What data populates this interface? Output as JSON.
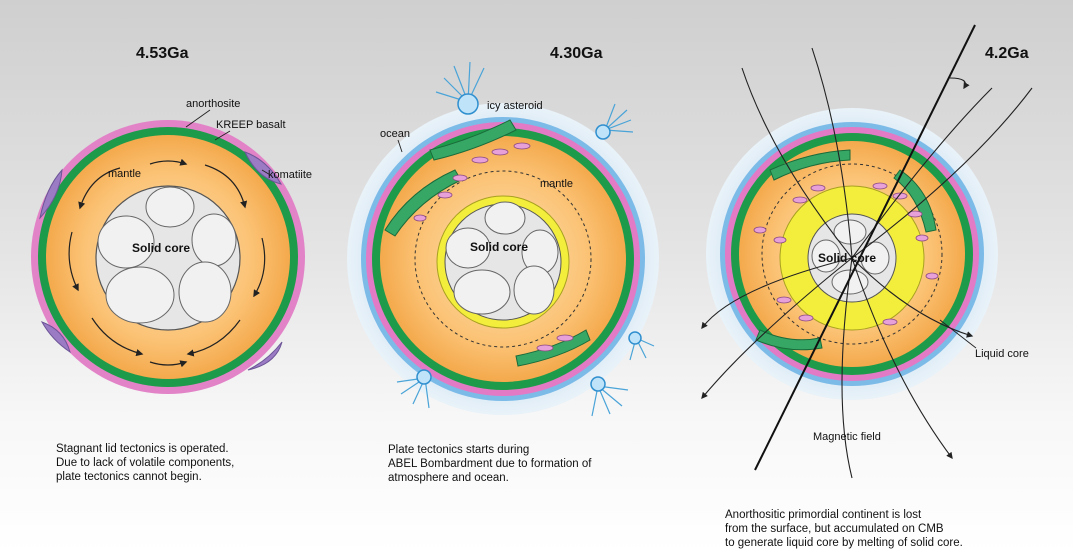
{
  "panels": [
    {
      "age": "4.53Ga",
      "labels": {
        "anorthosite": "anorthosite",
        "kreep": "KREEP basalt",
        "komatiite": "komatiite",
        "mantle": "mantle",
        "core": "Solid core"
      },
      "caption": [
        "Stagnant lid tectonics is operated.",
        "Due to lack of volatile components,",
        "plate tectonics cannot begin."
      ]
    },
    {
      "age": "4.30Ga",
      "labels": {
        "asteroid": "icy asteroid",
        "ocean": "ocean",
        "mantle": "mantle",
        "core": "Solid core"
      },
      "caption": [
        "Plate tectonics starts during",
        "ABEL Bombardment due to formation of",
        "atmosphere and ocean."
      ]
    },
    {
      "age": "4.2Ga",
      "labels": {
        "core": "Solid core",
        "liquid": "Liquid core",
        "field": "Magnetic field"
      },
      "caption": [
        "Anorthositic primordial continent is lost",
        "from the surface, but accumulated on CMB",
        "to generate liquid core by melting of solid core."
      ]
    }
  ],
  "colors": {
    "mantle": "#f8b45a",
    "crust_green": "#1e9b4a",
    "pink": "#e27ac6",
    "purple": "#9a7bc4",
    "ocean": "#6fb6e6",
    "halo": "#cfe4f3",
    "core_yellow": "#f0ef3a",
    "core_gray": "#e9e9e9"
  }
}
